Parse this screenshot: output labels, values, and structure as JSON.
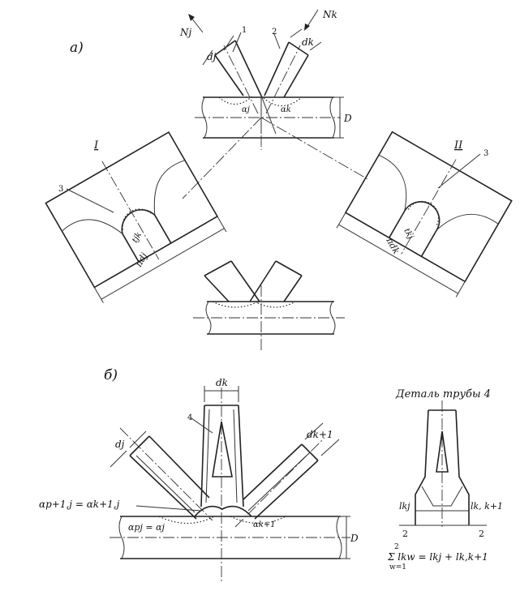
{
  "part_a": {
    "label": "а)",
    "force_j": "Nj",
    "force_k": "Nk",
    "callout_1": "1",
    "callout_2": "2",
    "dim_dj": "dj",
    "dim_dk": "dk",
    "angle_j": "αj",
    "angle_k": "αk",
    "dim_D": "D",
    "view_I": "I",
    "view_II": "II",
    "callout_3_left": "3",
    "callout_3_right": "3",
    "dim_tjk": "tjk",
    "dim_pi_dj": "πdj",
    "dim_tkj": "tkj",
    "dim_pi_dk": "πdk"
  },
  "part_b": {
    "label": "б)",
    "dim_dk": "dk",
    "callout_4": "4",
    "dim_dj": "dj",
    "dim_dk1": "dk+1",
    "alpha_eq": "αp+1,j = αk+1,j",
    "alpha_pj": "αpj = αj",
    "alpha_k1": "αk+1",
    "dim_D": "D",
    "detail_title": "Деталь трубы 4",
    "l_kj": "lkj",
    "l_kk1": "lk, k+1",
    "half_left": "2",
    "half_right": "2",
    "sum_formula": "Σ lkw = lkj + lk,k+1",
    "sum_upper": "2",
    "sum_lower": "w=1"
  }
}
